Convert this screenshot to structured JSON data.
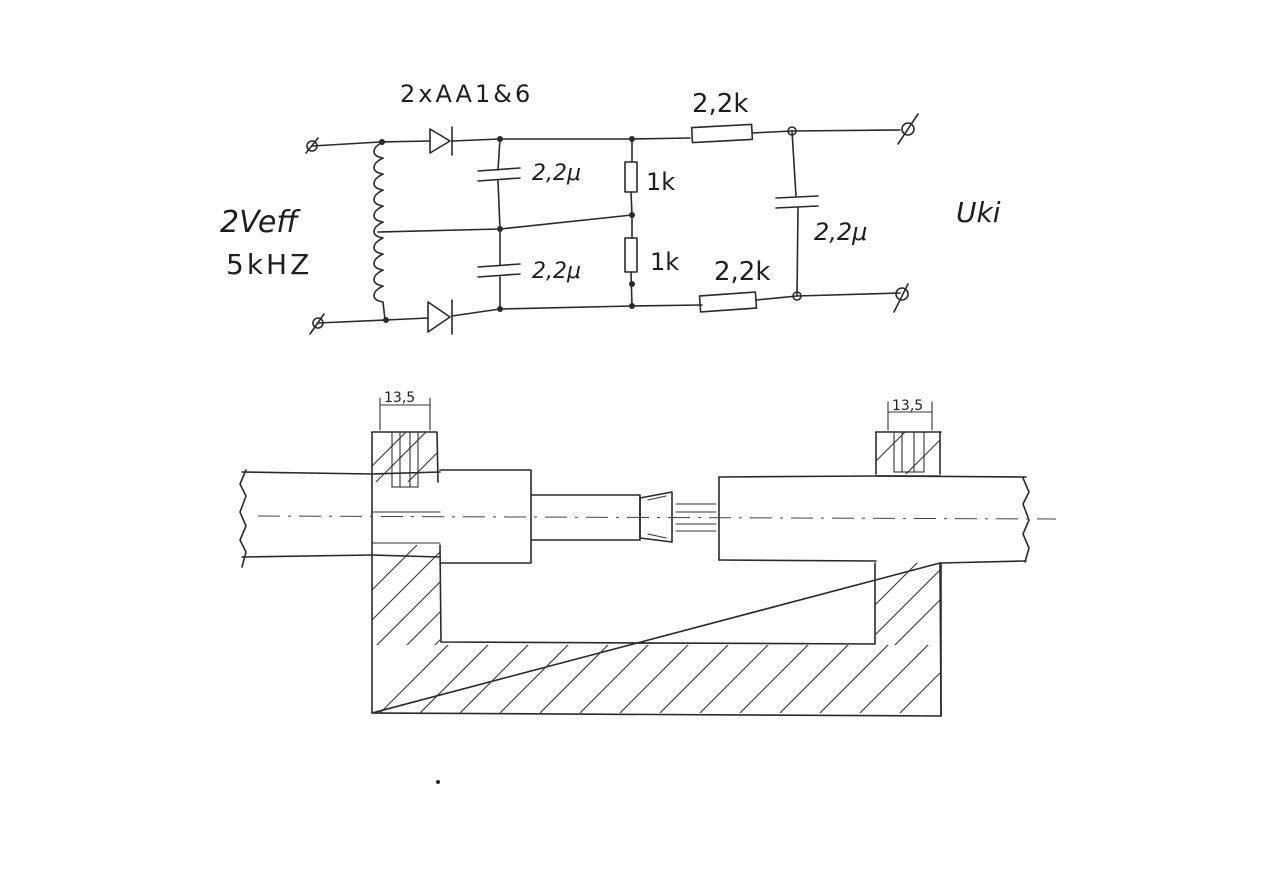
{
  "circuit": {
    "diode_label": "2xAA1&6",
    "source_voltage": "2Veff",
    "source_frequency": "5kHZ",
    "cap_top": "2,2μ",
    "cap_bottom": "2,2μ",
    "res_top": "1k",
    "res_bottom": "1k",
    "series_res_top": "2,2k",
    "series_res_bottom": "2,2k",
    "output_cap": "2,2μ",
    "output_label": "Uki"
  },
  "mechanical": {
    "dim_left": "13,5",
    "dim_right": "13,5"
  },
  "colors": {
    "ink": "#2a2a2a",
    "paper": "#ffffff"
  }
}
